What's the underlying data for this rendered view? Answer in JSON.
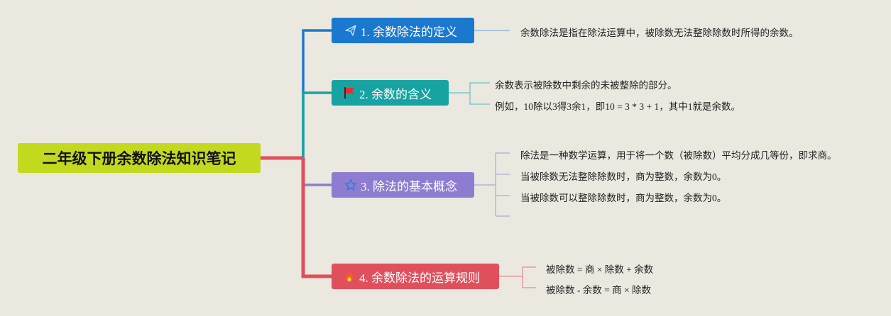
{
  "root": {
    "title": "二年级下册余数除法知识笔记"
  },
  "branches": [
    {
      "title": "1. 余数除法的定义",
      "color": "#1a78cf",
      "icon": "paper-plane-icon",
      "items": [
        "余数除法是指在除法运算中，被除数无法整除除数时所得的余数。"
      ]
    },
    {
      "title": "2. 余数的含义",
      "color": "#17a3a2",
      "icon": "red-flag-icon",
      "items": [
        "余数表示被除数中剩余的未被整除的部分。",
        "例如，10除以3得3余1，即10 = 3 * 3 + 1，其中1就是余数。"
      ]
    },
    {
      "title": "3. 除法的基本概念",
      "color": "#8e7cd0",
      "icon": "star-outline-icon",
      "items": [
        "除法是一种数学运算，用于将一个数（被除数）平均分成几等份，即求商。",
        "当被除数无法整除除数时，商为整数，余数为0。",
        "当被除数可以整除除数时，商为整数，余数为0。",
        ""
      ]
    },
    {
      "title": "4. 余数除法的运算规则",
      "color": "#e0505c",
      "icon": "fire-icon",
      "items": [
        "被除数 = 商 × 除数 + 余数",
        "被除数 - 余数 = 商 × 除数"
      ]
    }
  ]
}
